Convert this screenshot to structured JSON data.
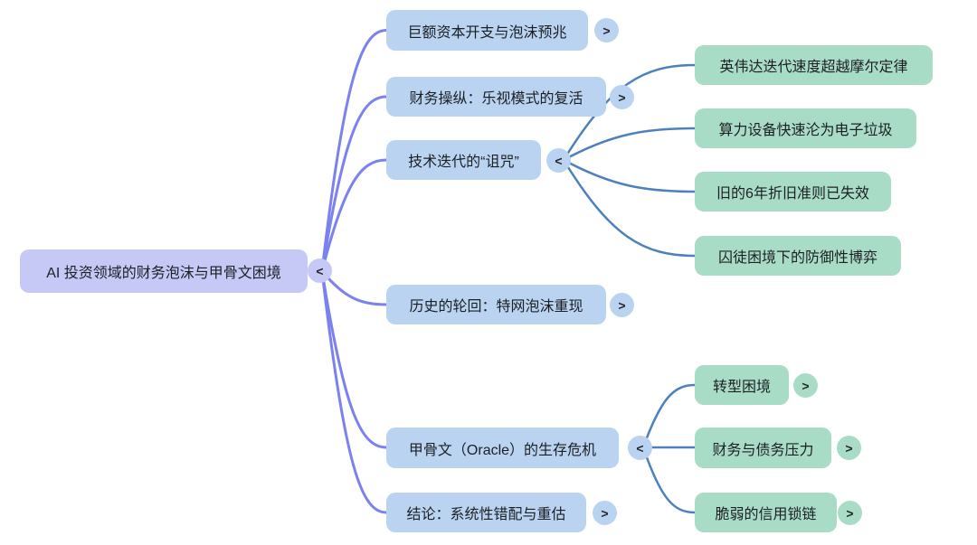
{
  "app": {
    "type": "mindmap"
  },
  "colors": {
    "background": "#ffffff",
    "root_fill": "#c6c9f6",
    "branch_fill": "#b9d3f1",
    "leaf_fill": "#a9dcc7",
    "root_edge": "#7b82ee",
    "sub_edge": "#4e80be",
    "text": "#1c1f24"
  },
  "root": {
    "label": "AI 投资领域的财务泡沫与甲骨文困境",
    "toggle": "<"
  },
  "branches": [
    {
      "label": "巨额资本开支与泡沫预兆",
      "toggle": ">"
    },
    {
      "label": "财务操纵：乐视模式的复活",
      "toggle": ">"
    },
    {
      "label": "技术迭代的“诅咒”",
      "toggle": "<",
      "children": [
        {
          "label": "英伟达迭代速度超越摩尔定律"
        },
        {
          "label": "算力设备快速沦为电子垃圾"
        },
        {
          "label": "旧的6年折旧准则已失效"
        },
        {
          "label": "囚徒困境下的防御性博弈"
        }
      ]
    },
    {
      "label": "历史的轮回：特网泡沫重现",
      "toggle": ">"
    },
    {
      "label": "甲骨文（Oracle）的生存危机",
      "toggle": "<",
      "children": [
        {
          "label": "转型困境",
          "toggle": ">"
        },
        {
          "label": "财务与债务压力",
          "toggle": ">"
        },
        {
          "label": "脆弱的信用锁链",
          "toggle": ">"
        }
      ]
    },
    {
      "label": "结论：系统性错配与重估",
      "toggle": ">"
    }
  ]
}
